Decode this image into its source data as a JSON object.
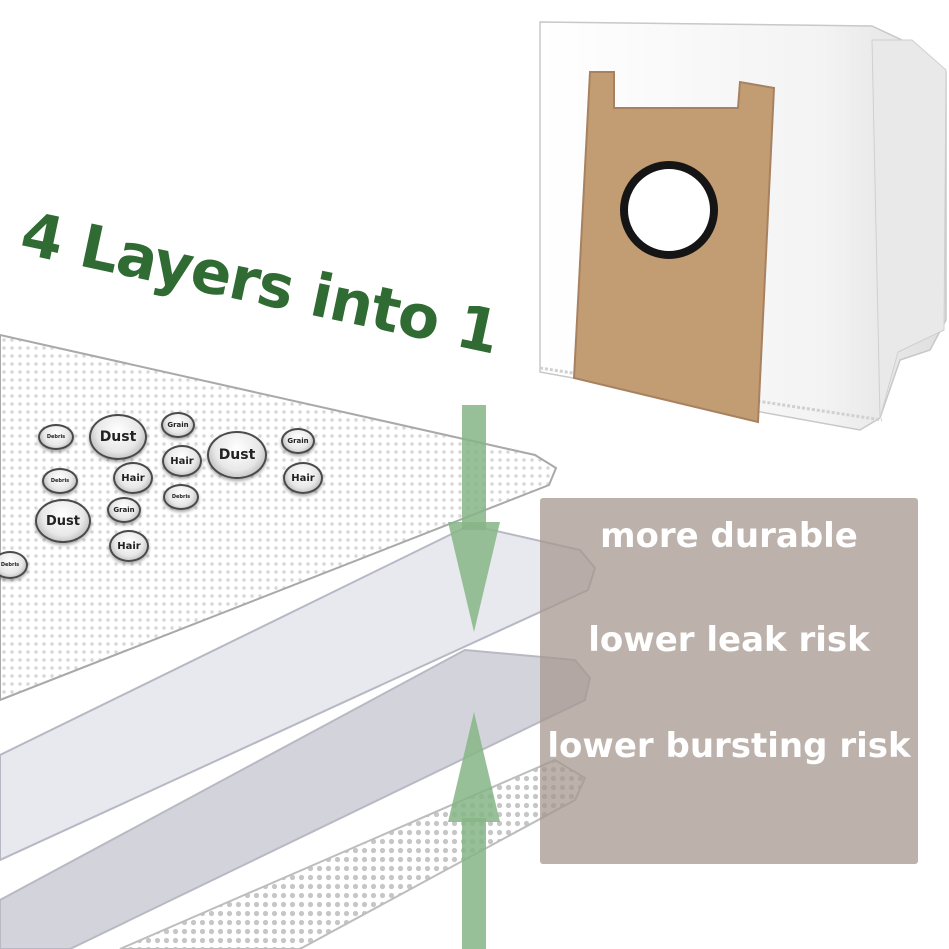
{
  "headline": "4 Layers into 1",
  "benefits": [
    "more durable",
    "lower leak risk",
    "lower bursting risk"
  ],
  "particles": {
    "dust": "Dust",
    "hair": "Hair",
    "grain": "Grain",
    "debris": "Debris"
  },
  "colors": {
    "headline": "#2f6b33",
    "arrow": "#86b586",
    "cardboard": "#c29c73",
    "benefit_panel": "#a6978d",
    "benefit_text": "#ffffff"
  },
  "icons": [
    "filter-bag-image",
    "collar-ring-icon",
    "arrow-down-icon",
    "arrow-up-icon"
  ]
}
